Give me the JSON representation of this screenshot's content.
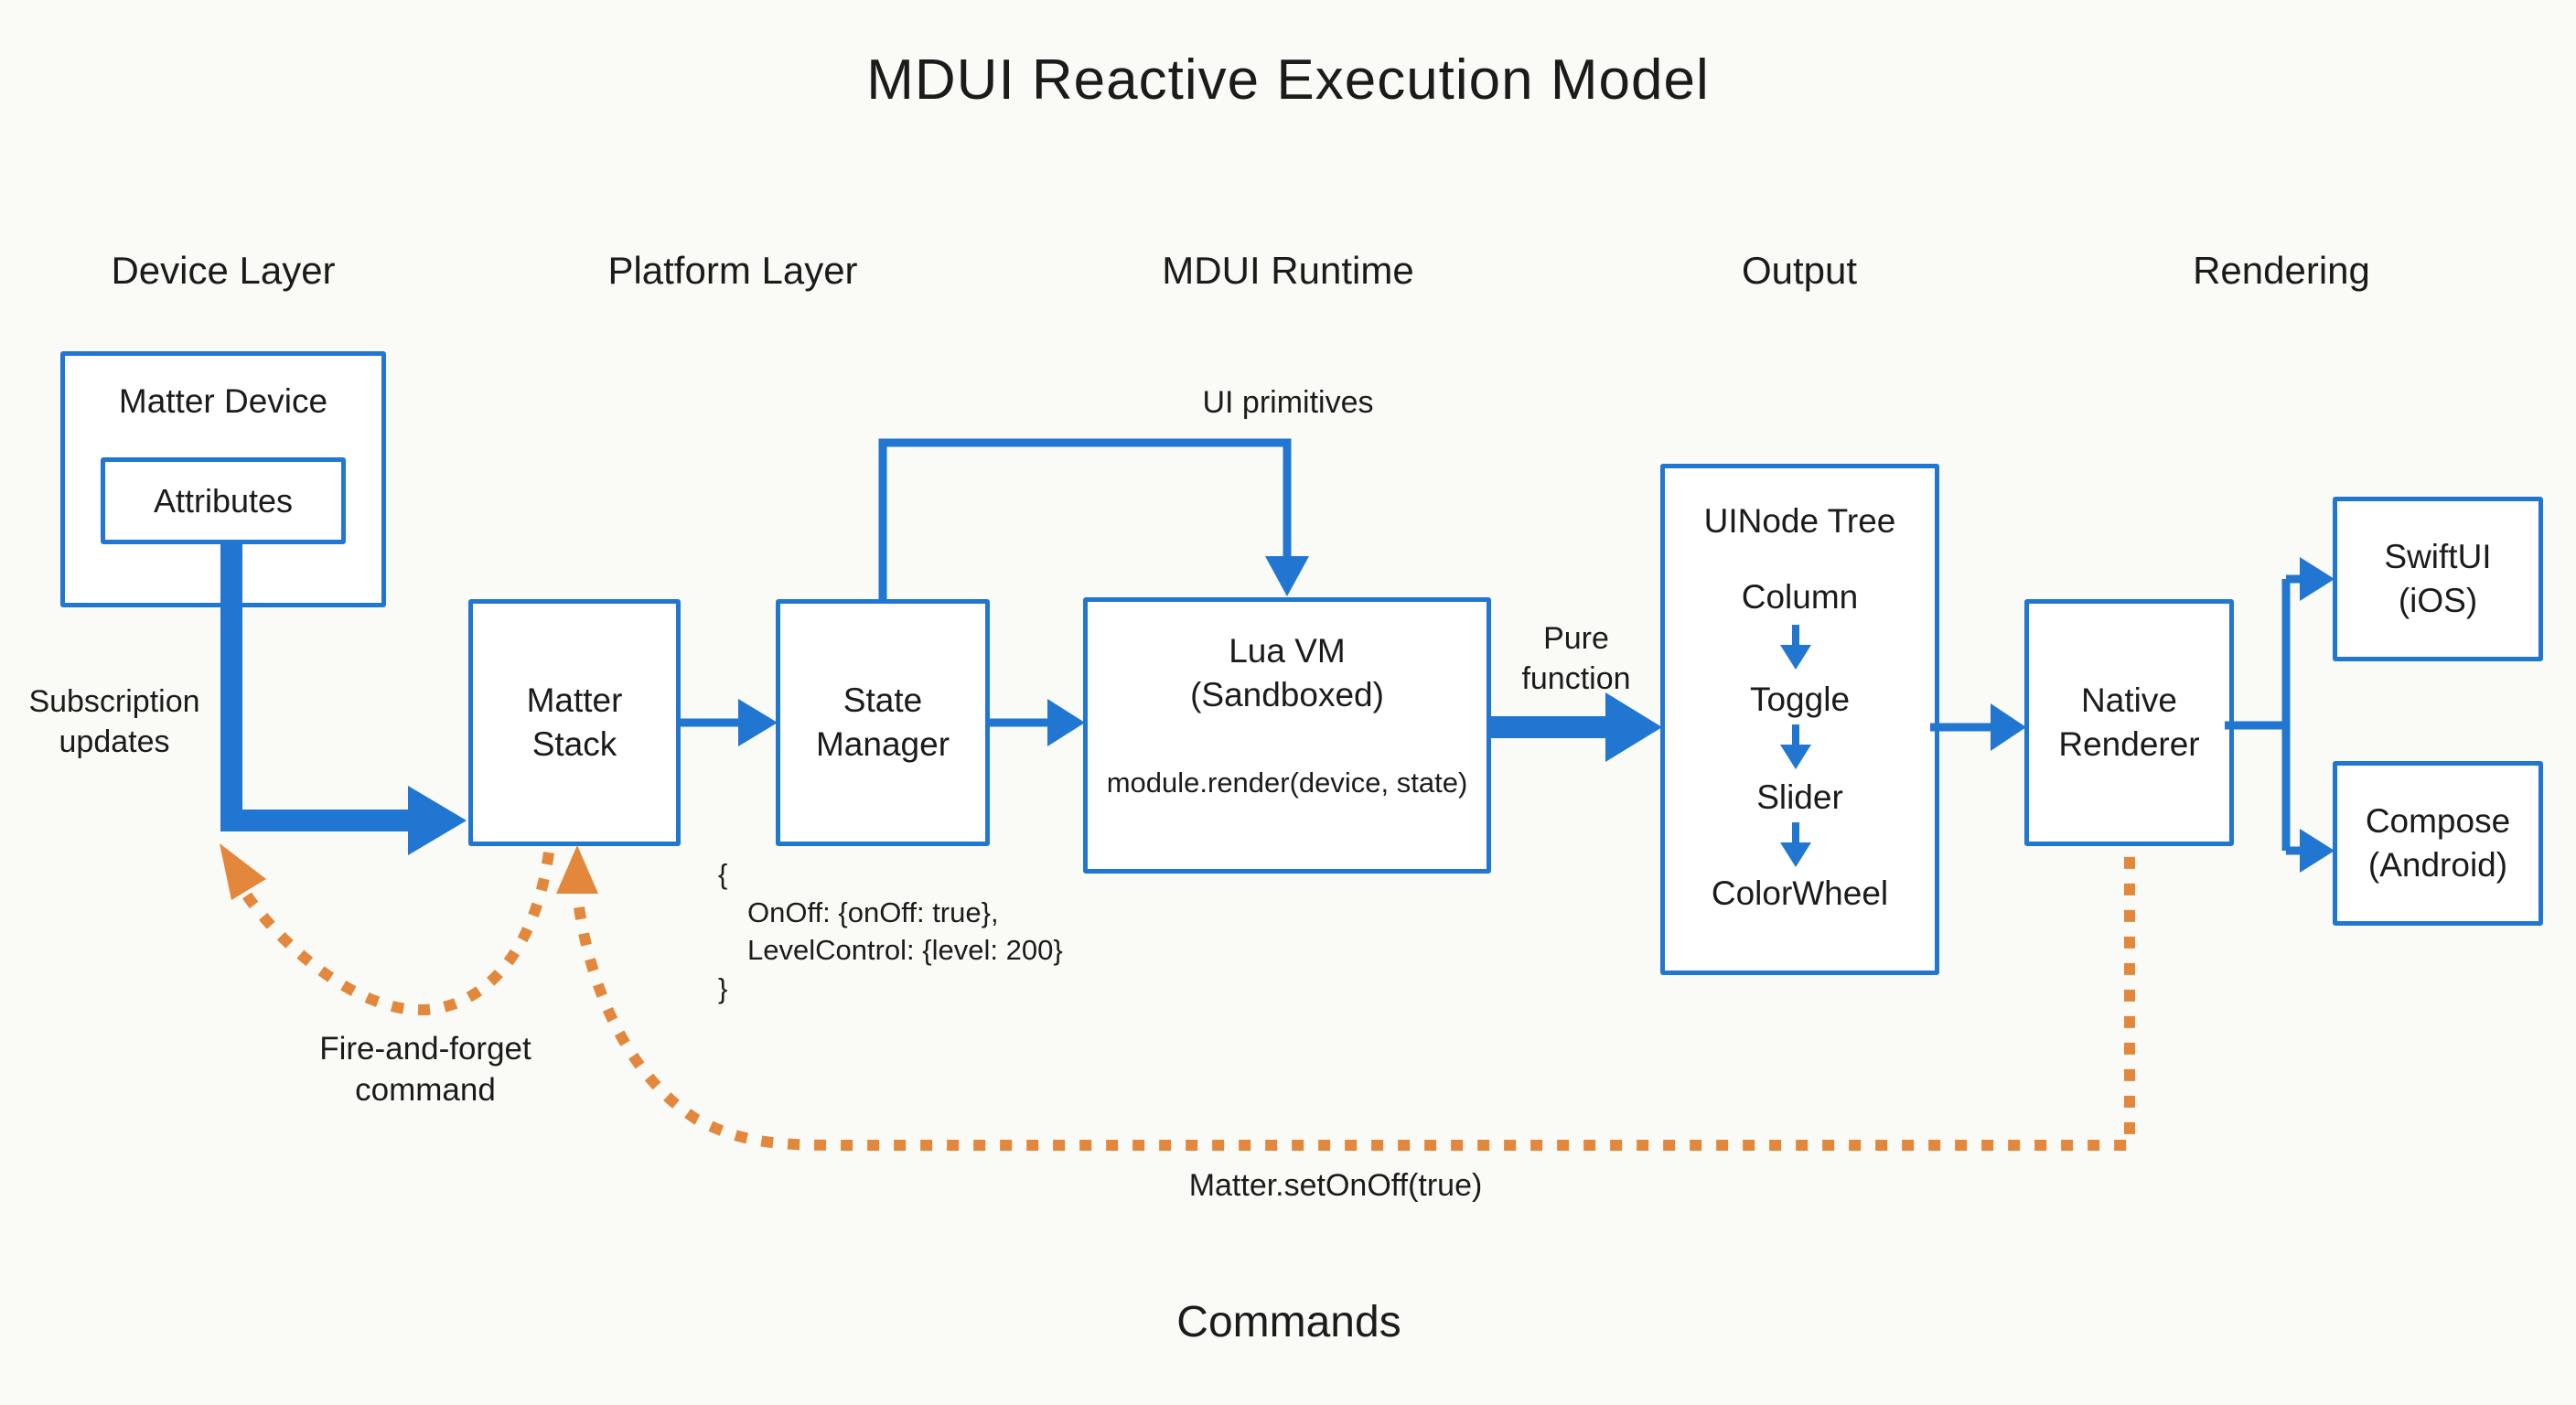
{
  "title": "MDUI Reactive Execution Model",
  "colors": {
    "blue": "#2176D2",
    "orange": "#E2873B",
    "background": "#FAFAF6",
    "text": "#1B1B1B"
  },
  "columns": [
    {
      "label": "Device Layer"
    },
    {
      "label": "Platform Layer"
    },
    {
      "label": "MDUI Runtime"
    },
    {
      "label": "Output"
    },
    {
      "label": "Rendering"
    }
  ],
  "boxes": {
    "matter_device": {
      "label": "Matter Device"
    },
    "attributes": {
      "label": "Attributes"
    },
    "matter_stack": {
      "line1": "Matter",
      "line2": "Stack"
    },
    "state_manager": {
      "line1": "State",
      "line2": "Manager"
    },
    "lua_vm": {
      "line1": "Lua VM",
      "line2": "(Sandboxed)",
      "code": "module.render(device, state)"
    },
    "uinode_tree": {
      "title": "UINode Tree",
      "items": [
        "Column",
        "Toggle",
        "Slider",
        "ColorWheel"
      ]
    },
    "native_renderer": {
      "line1": "Native",
      "line2": "Renderer"
    },
    "swiftui": {
      "line1": "SwiftUI",
      "line2": "(iOS)"
    },
    "compose": {
      "line1": "Compose",
      "line2": "(Android)"
    }
  },
  "labels": {
    "subscription_updates": {
      "line1": "Subscription",
      "line2": "updates"
    },
    "ui_primitives": "UI primitives",
    "pure_function": {
      "line1": "Pure",
      "line2": "function"
    },
    "state_snapshot": {
      "open": "{",
      "line1": "OnOff: {onOff: true},",
      "line2": "LevelControl: {level: 200}",
      "close": "}"
    },
    "fire_and_forget": {
      "line1": "Fire-and-forget",
      "line2": "command"
    },
    "command_call": "Matter.setOnOff(true)",
    "commands": "Commands"
  }
}
